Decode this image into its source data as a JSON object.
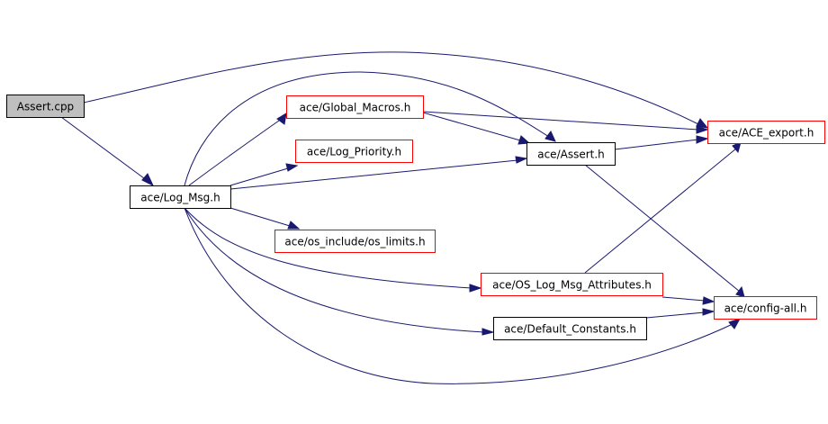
{
  "graph": {
    "colors": {
      "edge": "#191970",
      "root_fill": "#bfbfbf",
      "documented_border": "#000000",
      "undocumented_border": "#ff0000"
    },
    "nodes": [
      {
        "id": "assert_cpp",
        "label": "Assert.cpp",
        "border": "black",
        "fill": "gray"
      },
      {
        "id": "log_msg_h",
        "label": "ace/Log_Msg.h",
        "border": "black",
        "fill": "white"
      },
      {
        "id": "global_macros_h",
        "label": "ace/Global_Macros.h",
        "border": "red",
        "fill": "white"
      },
      {
        "id": "log_priority_h",
        "label": "ace/Log_Priority.h",
        "border": "red",
        "fill": "white"
      },
      {
        "id": "os_limits_h",
        "label": "ace/os_include/os_limits.h",
        "border": "red",
        "fill": "white"
      },
      {
        "id": "assert_h",
        "label": "ace/Assert.h",
        "border": "black",
        "fill": "white"
      },
      {
        "id": "os_log_msg_attr_h",
        "label": "ace/OS_Log_Msg_Attributes.h",
        "border": "red",
        "fill": "white"
      },
      {
        "id": "default_constants_h",
        "label": "ace/Default_Constants.h",
        "border": "black",
        "fill": "white"
      },
      {
        "id": "ace_export_h",
        "label": "ace/ACE_export.h",
        "border": "red",
        "fill": "white"
      },
      {
        "id": "config_all_h",
        "label": "ace/config-all.h",
        "border": "red",
        "fill": "white"
      }
    ],
    "edges": [
      {
        "from": "assert_cpp",
        "to": "log_msg_h"
      },
      {
        "from": "assert_cpp",
        "to": "ace_export_h"
      },
      {
        "from": "log_msg_h",
        "to": "global_macros_h"
      },
      {
        "from": "log_msg_h",
        "to": "log_priority_h"
      },
      {
        "from": "log_msg_h",
        "to": "assert_h"
      },
      {
        "from": "log_msg_h",
        "to": "os_limits_h"
      },
      {
        "from": "log_msg_h",
        "to": "os_log_msg_attr_h"
      },
      {
        "from": "log_msg_h",
        "to": "default_constants_h"
      },
      {
        "from": "log_msg_h",
        "to": "config_all_h"
      },
      {
        "from": "log_msg_h",
        "to": "assert_h"
      },
      {
        "from": "global_macros_h",
        "to": "assert_h"
      },
      {
        "from": "global_macros_h",
        "to": "ace_export_h"
      },
      {
        "from": "assert_h",
        "to": "ace_export_h"
      },
      {
        "from": "assert_h",
        "to": "config_all_h"
      },
      {
        "from": "os_log_msg_attr_h",
        "to": "ace_export_h"
      },
      {
        "from": "os_log_msg_attr_h",
        "to": "config_all_h"
      },
      {
        "from": "default_constants_h",
        "to": "config_all_h"
      }
    ]
  }
}
